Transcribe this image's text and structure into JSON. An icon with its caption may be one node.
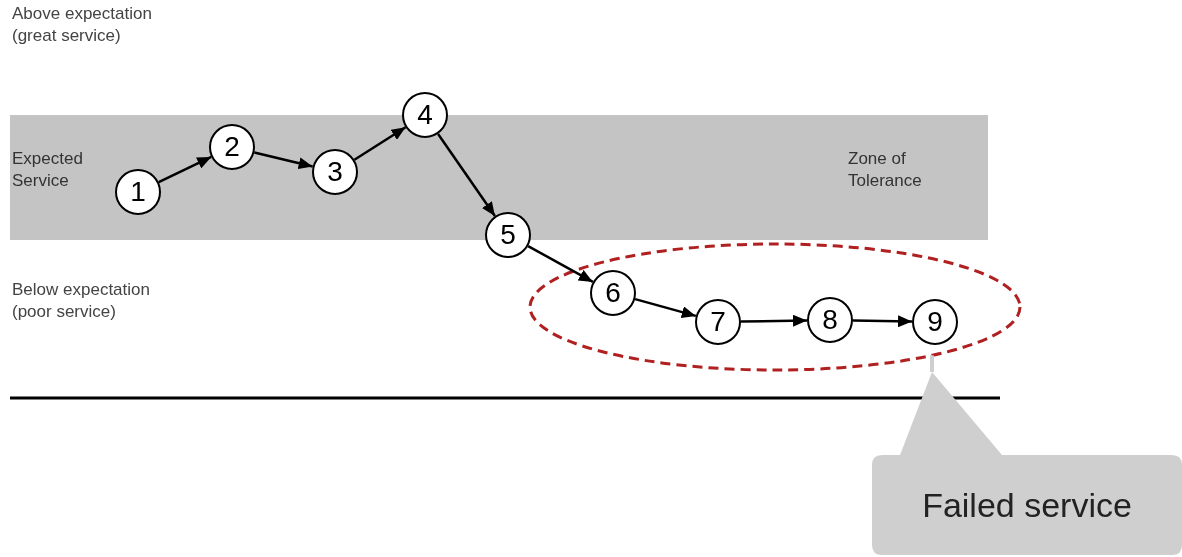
{
  "diagram": {
    "nodes": [
      {
        "text": [
          "Expected Service",
          "Zone of Tolerance"
        ]
      },
      {
        "text": [
          "1"
        ],
        "in": 0
      },
      {
        "text": [
          "2"
        ],
        "in": 0
      },
      {
        "text": [
          "3"
        ],
        "in": 0
      },
      {
        "text": [
          "4"
        ]
      },
      {
        "text": [
          "5"
        ]
      },
      {
        "text": [],
        "shape": "ellipse"
      },
      {
        "text": [
          "6"
        ],
        "in": 6
      },
      {
        "text": [
          "7"
        ],
        "in": 6
      },
      {
        "text": [
          "8"
        ],
        "in": 6
      },
      {
        "text": [
          "9"
        ],
        "in": 6
      },
      {
        "text": [
          "Failed service"
        ]
      }
    ],
    "edges": [
      {
        "from": 1,
        "to": 2,
        "arrow": "to"
      },
      {
        "from": 2,
        "to": 3,
        "arrow": "to"
      },
      {
        "from": 3,
        "to": 4,
        "arrow": "to"
      },
      {
        "from": 4,
        "to": 5,
        "arrow": "to"
      },
      {
        "from": 5,
        "to": 7,
        "arrow": "to"
      },
      {
        "from": 7,
        "to": 8,
        "arrow": "to"
      },
      {
        "from": 8,
        "to": 9,
        "arrow": "to"
      },
      {
        "from": 9,
        "to": 10,
        "arrow": "to"
      },
      {
        "from": 11,
        "to": 6,
        "arrow": "none",
        "color": "#cfcfcf"
      }
    ],
    "labels": [
      "Above expectation (great service)",
      "Below expectation (poor service)"
    ]
  }
}
